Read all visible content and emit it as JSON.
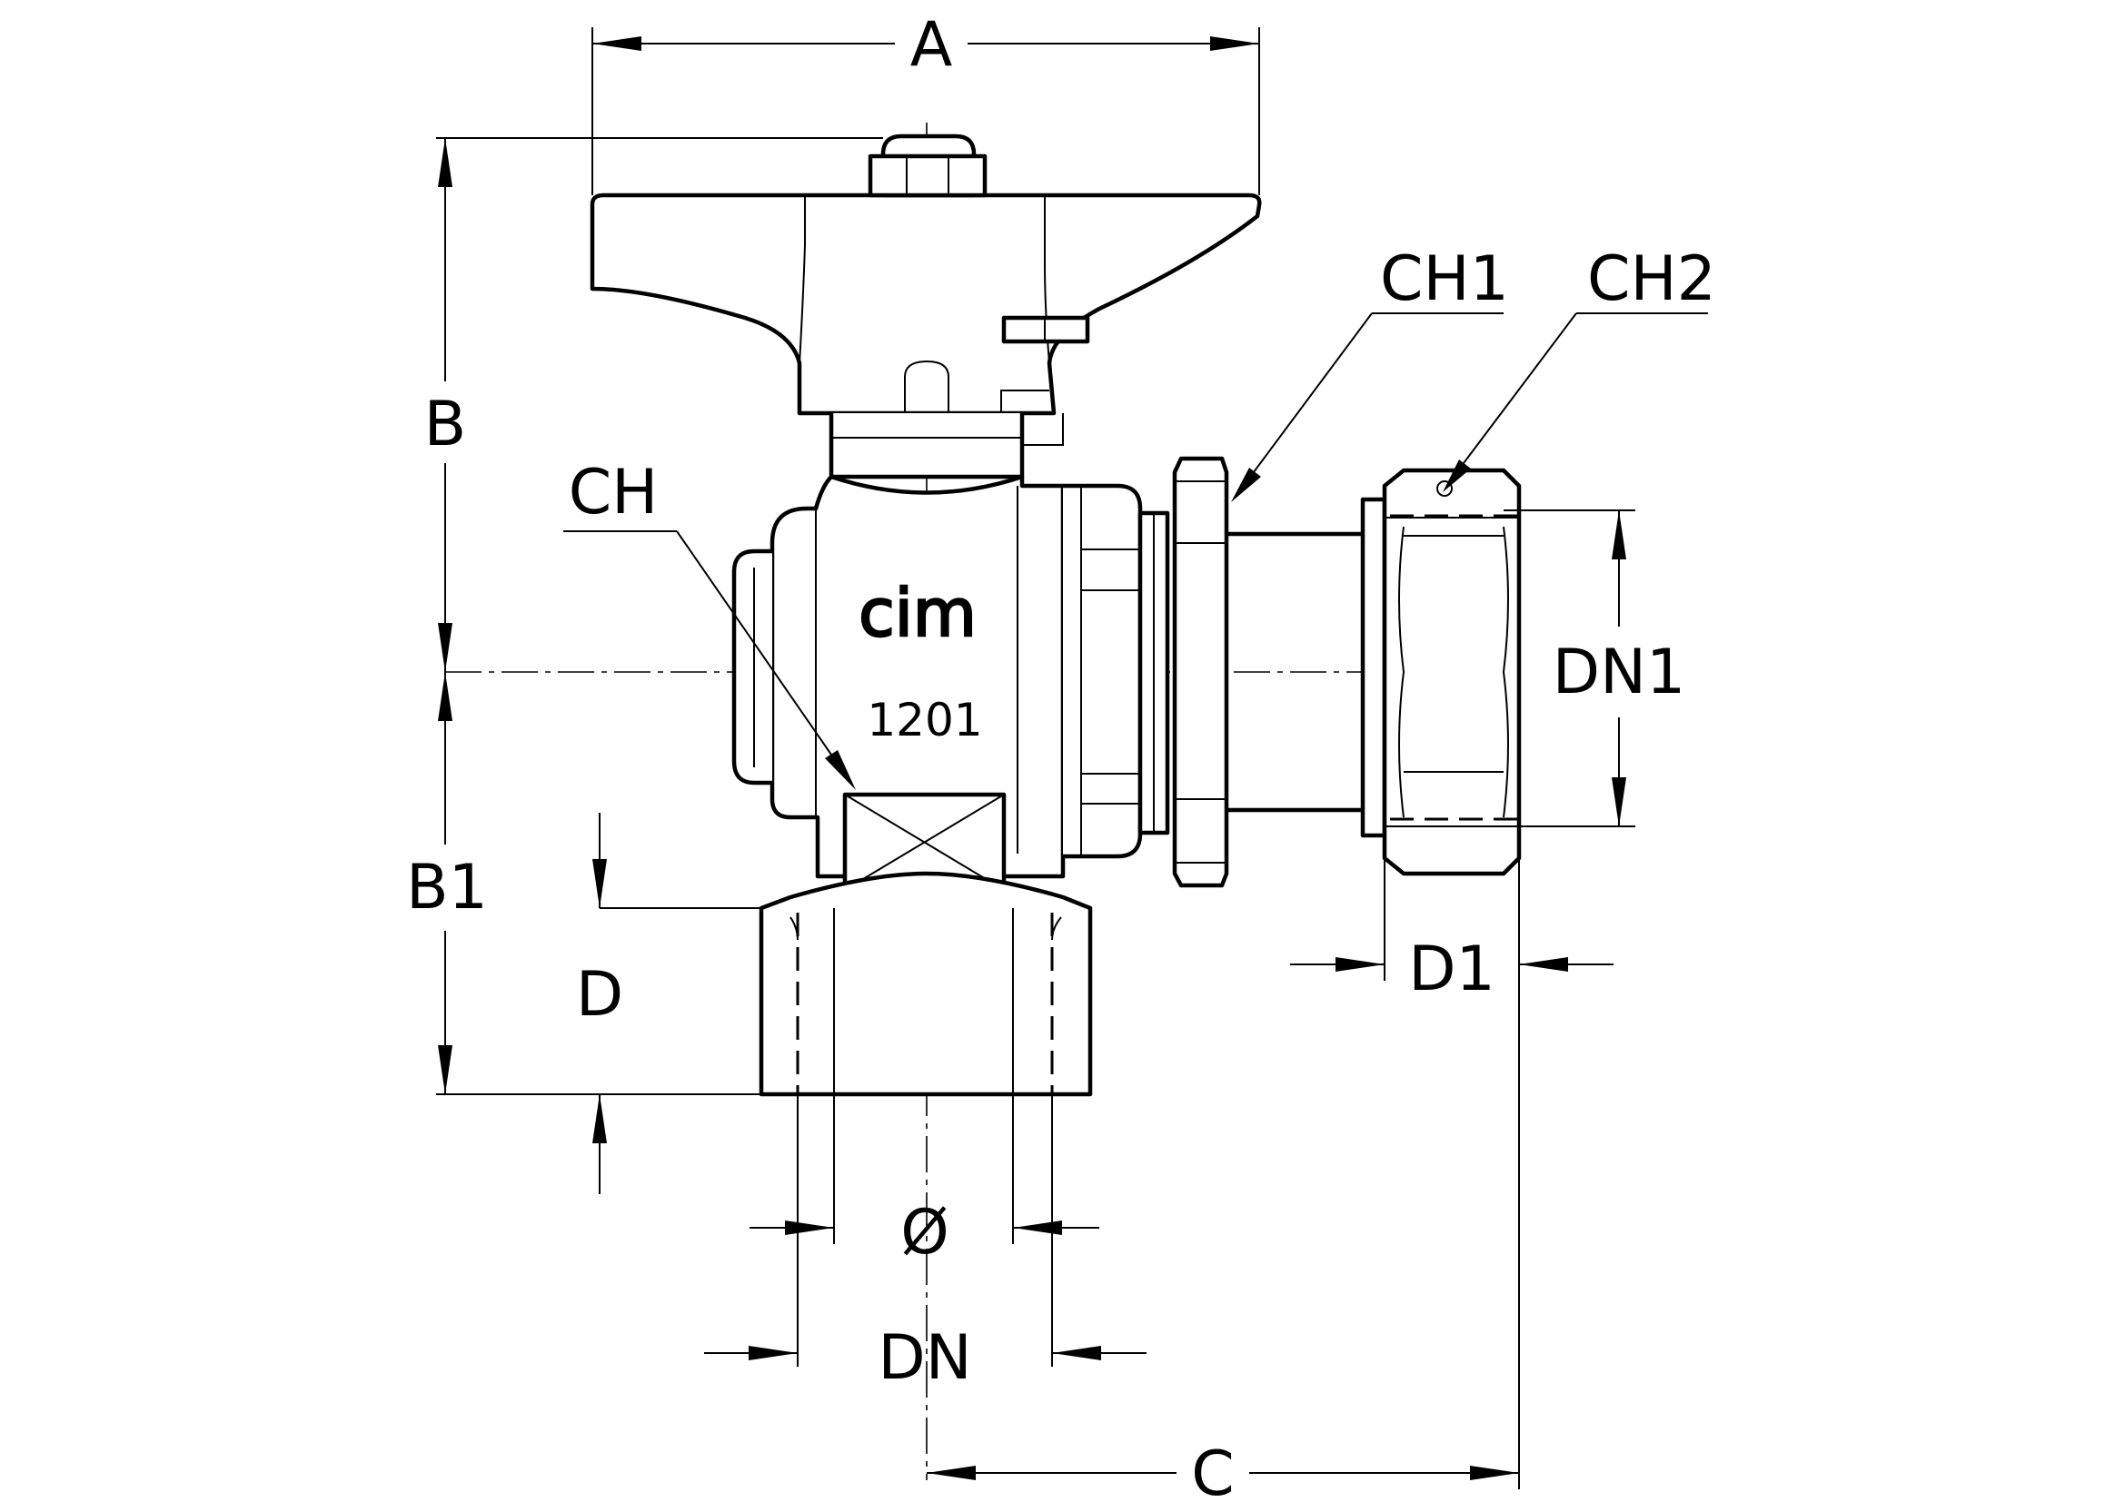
{
  "labels": {
    "A": "A",
    "B": "B",
    "B1": "B1",
    "C": "C",
    "D": "D",
    "D1": "D1",
    "DN": "DN",
    "DN1": "DN1",
    "CH": "CH",
    "CH1": "CH1",
    "CH2": "CH2",
    "diameter": "Ø"
  },
  "body_marks": {
    "brand": "cim",
    "model": "1201"
  }
}
